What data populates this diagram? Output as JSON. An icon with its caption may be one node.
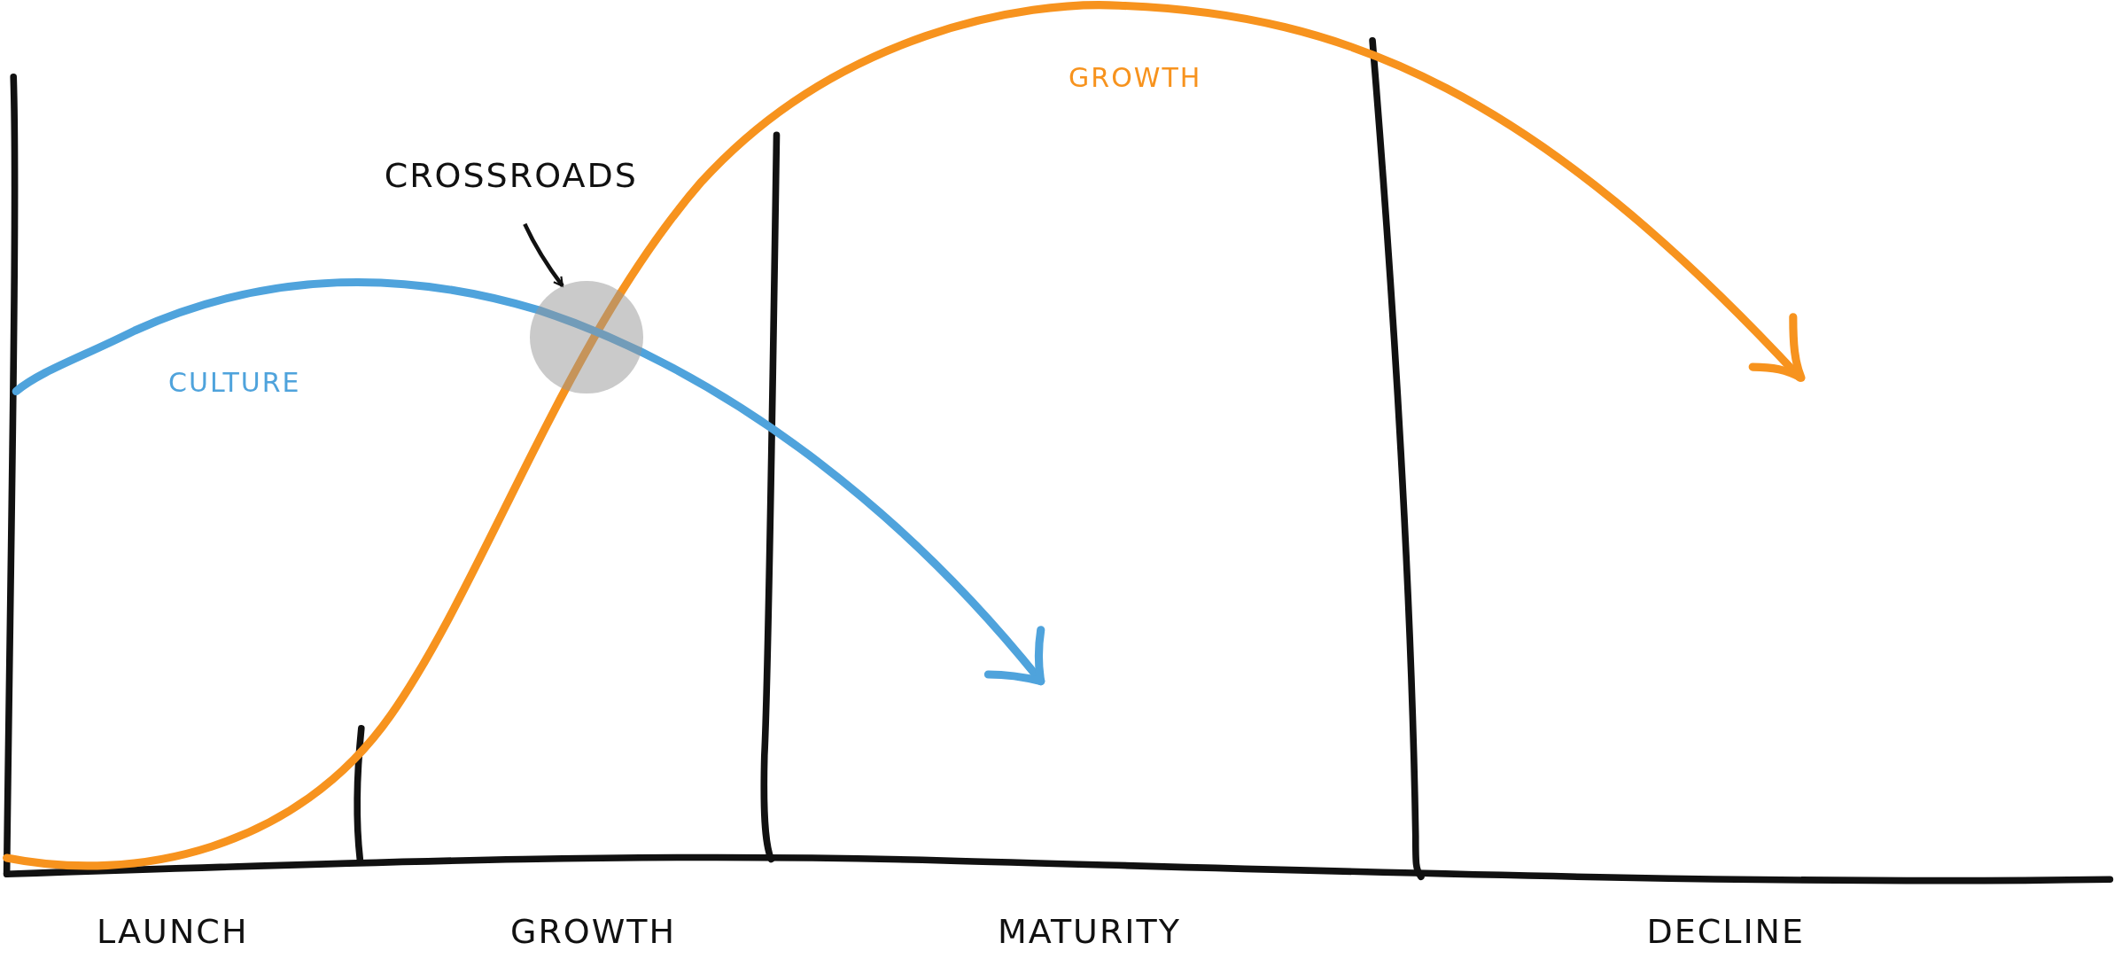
{
  "diagram": {
    "nodes": [
      {
        "text": [
          "CROSSROADS"
        ]
      },
      {
        "text": [],
        "shape": "circle"
      }
    ],
    "edges": [
      {
        "from": 0,
        "to": 1,
        "arrow": "to"
      }
    ],
    "labels": [
      "GROWTH",
      "CULTURE",
      "LAUNCH",
      "GROWTH",
      "MATURITY",
      "DECLINE"
    ]
  }
}
